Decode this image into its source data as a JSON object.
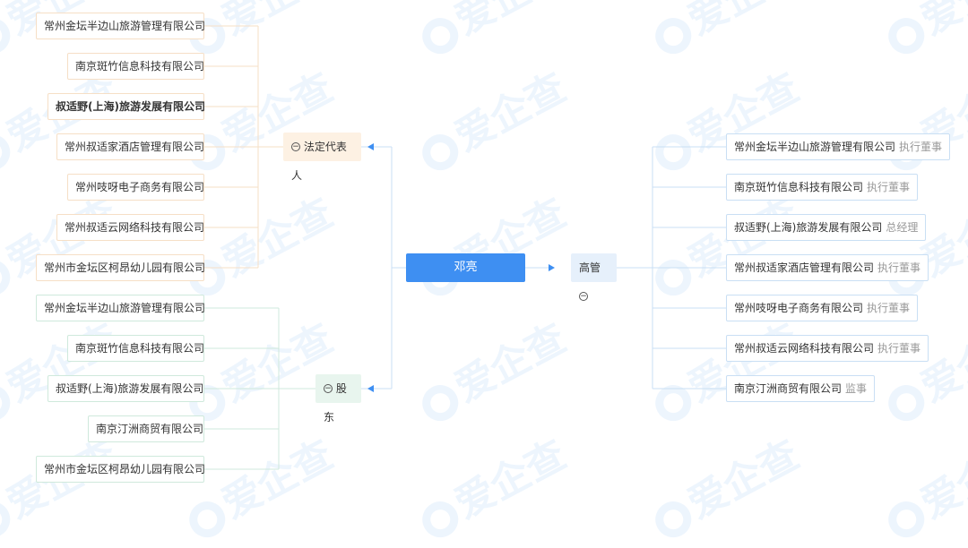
{
  "center": {
    "name": "邓亮"
  },
  "categories": {
    "legal_rep": "法定代表人",
    "shareholder": "股东",
    "executive": "高管",
    "toggle_icon": "circle-minus-icon"
  },
  "legal_rep_companies": [
    {
      "name": "常州金坛半边山旅游管理有限公司",
      "bold": false
    },
    {
      "name": "南京斑竹信息科技有限公司",
      "bold": false
    },
    {
      "name": "叔适野(上海)旅游发展有限公司",
      "bold": true
    },
    {
      "name": "常州叔适家酒店管理有限公司",
      "bold": false
    },
    {
      "name": "常州吱呀电子商务有限公司",
      "bold": false
    },
    {
      "name": "常州叔适云网络科技有限公司",
      "bold": false
    },
    {
      "name": "常州市金坛区柯昂幼儿园有限公司",
      "bold": false
    }
  ],
  "shareholder_companies": [
    {
      "name": "常州金坛半边山旅游管理有限公司"
    },
    {
      "name": "南京斑竹信息科技有限公司"
    },
    {
      "name": "叔适野(上海)旅游发展有限公司"
    },
    {
      "name": "南京汀洲商贸有限公司"
    },
    {
      "name": "常州市金坛区柯昂幼儿园有限公司"
    }
  ],
  "executive_companies": [
    {
      "name": "常州金坛半边山旅游管理有限公司",
      "role": "执行董事"
    },
    {
      "name": "南京斑竹信息科技有限公司",
      "role": "执行董事"
    },
    {
      "name": "叔适野(上海)旅游发展有限公司",
      "role": "总经理"
    },
    {
      "name": "常州叔适家酒店管理有限公司",
      "role": "执行董事"
    },
    {
      "name": "常州吱呀电子商务有限公司",
      "role": "执行董事"
    },
    {
      "name": "常州叔适云网络科技有限公司",
      "role": "执行董事"
    },
    {
      "name": "南京汀洲商贸有限公司",
      "role": "监事"
    }
  ],
  "watermark": {
    "text": "爱企查"
  },
  "colors": {
    "center_bg": "#3e8ff2",
    "legal_rep_bg": "#fdf1e3",
    "shareholder_bg": "#e8f5ee",
    "executive_bg": "#e6f0fb",
    "legal_rep_line": "#f6dfc6",
    "shareholder_line": "#cfe9dc",
    "executive_line": "#c9dff4",
    "arrow": "#3e8ff2"
  }
}
